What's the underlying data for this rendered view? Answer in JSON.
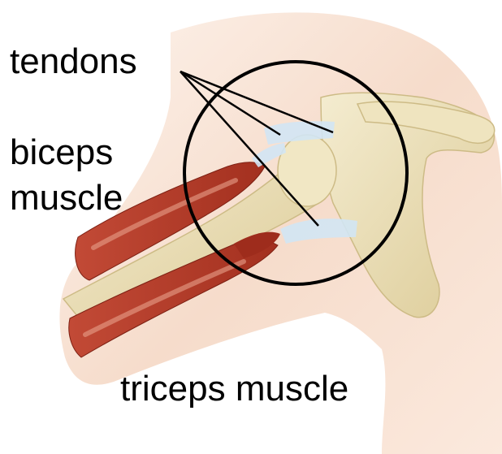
{
  "labels": {
    "tendons": "tendons",
    "biceps_line1": "biceps",
    "biceps_line2": "muscle",
    "triceps": "triceps muscle"
  },
  "colors": {
    "skin": "#f6dccb",
    "skin_light": "#fbeee4",
    "bone": "#ece0b9",
    "bone_shadow": "#d6c692",
    "muscle": "#b23a2a",
    "muscle_dark": "#8a2418",
    "muscle_light": "#d9826a",
    "tendon": "#cfe3f3",
    "outline": "#000000"
  }
}
